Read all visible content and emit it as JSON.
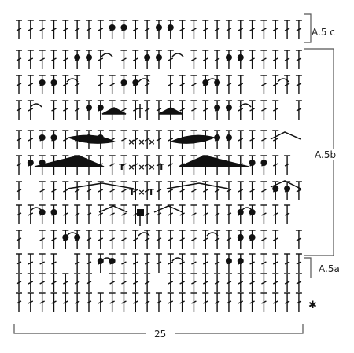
{
  "labels": {
    "section_top": "A.5 c",
    "section_middle": "A.5b",
    "section_bottom": "A.5a",
    "stitch_count": "25"
  },
  "marker_icon": "star-icon",
  "colors": {
    "ink": "#111111",
    "bracket": "#555555",
    "background": "#ffffff"
  },
  "chart_rows": [
    "TTTTTTTTAATTAATTTTTTTTTTT",
    "TTTTTAAT_TTAAT_TTTAATTTTT",
    "TTAATT_TTAAT_TTTAATT_TTTT",
    "TT_TTTAATTTTTTTTTAATTTT_T",
    "TTAATTAATTTTTTTTTAATTTT__",
    "TAATTTTTTTTTTTTTTTTTAATT_",
    "T_TTTTTTTTTTTTTTTTTTTTAAT",
    "TTAATTTTTTTTTTTTTTTAATTT_",
    "T_TTAATTTTTTTTTTTTTAATT_T",
    "TTTT_TTAATTTTTTTTTAATTTTT",
    "TTTTTTT_TTTT_TTTTTTTTTTTT",
    "TTTTTTTTTTTTTTTTTTTTTTTTT"
  ]
}
